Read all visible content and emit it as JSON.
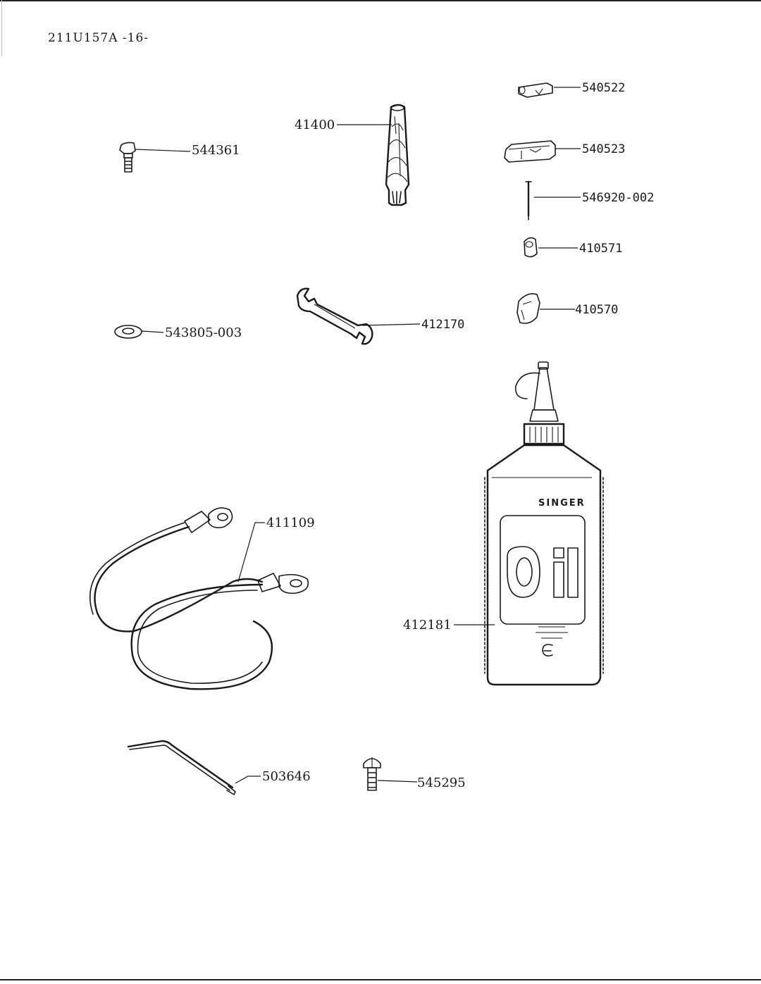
{
  "header": {
    "doc_ref": "211U157A -16-"
  },
  "parts": {
    "p540522": "540522",
    "p41400": "41400",
    "p540523": "540523",
    "p544361": "544361",
    "p546920": "546920-002",
    "p410571": "410571",
    "p410570": "410570",
    "p412170": "412170",
    "p543805": "543805-003",
    "p411109": "411109",
    "p412181": "412181",
    "p503646": "503646",
    "p545295": "545295"
  },
  "oil_can": {
    "brand": "SINGER"
  }
}
